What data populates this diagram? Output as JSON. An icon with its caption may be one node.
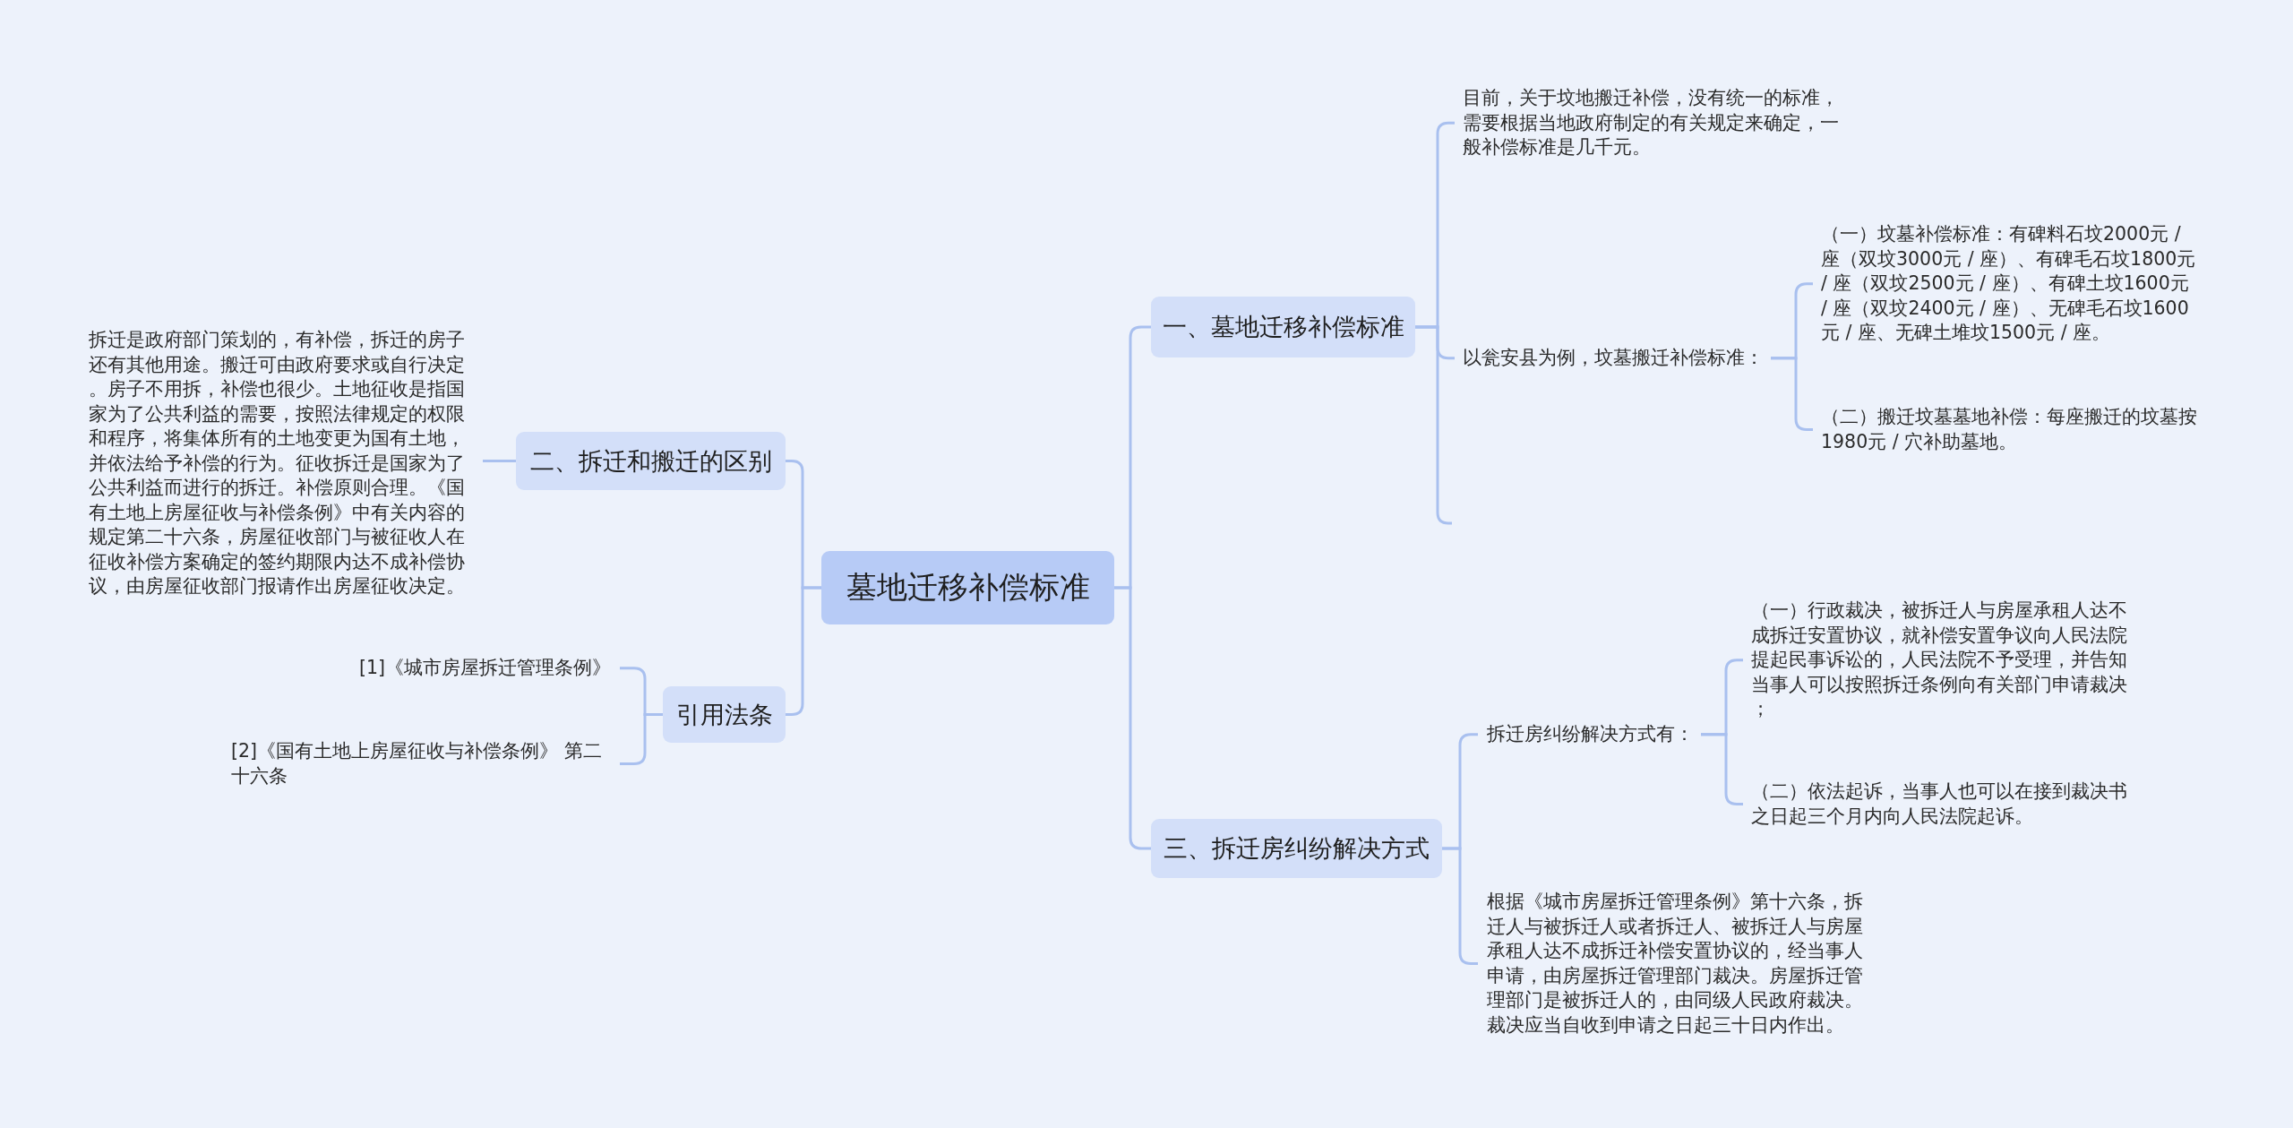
{
  "diagram": {
    "nodes": [
      {
        "text": [
          "墓地迁移补偿标准"
        ]
      },
      {
        "text": [
          "一、墓地迁移补偿标准"
        ]
      },
      {
        "text": [
          "目前，关于坟地搬迁补偿，没有统一的标准，需要根据当地政府制定的有关规定来确定，一般补偿标准是几千元。"
        ]
      },
      {
        "text": [
          "以瓮安县为例，坟墓搬迁补偿标准："
        ]
      },
      {
        "text": [
          "（一）坟墓补偿标准：有碑料石坟2000元 / 座（双坟3000元 / 座）、有碑毛石坟1800元 / 座（双坟2500元 / 座）、有碑土坟1600元 / 座（双坟2400元 / 座）、无碑毛石坟1600元 / 座、无碑土堆坟1500元 / 座。"
        ]
      },
      {
        "text": [
          "（二）搬迁坟墓墓地补偿：每座搬迁的坟墓按1980元 / 穴补助墓地。"
        ]
      },
      {
        "text": [
          "三、拆迁房纠纷解决方式"
        ]
      },
      {
        "text": [
          "拆迁房纠纷解决方式有："
        ]
      },
      {
        "text": [
          "（一）行政裁决，被拆迁人与房屋承租人达不成拆迁安置协议，就补偿安置争议向人民法院提起民事诉讼的，人民法院不予受理，并告知当事人可以按照拆迁条例向有关部门申请裁决；"
        ]
      },
      {
        "text": [
          "（二）依法起诉，当事人也可以在接到裁决书之日起三个月内向人民法院起诉。"
        ]
      },
      {
        "text": [
          "根据《城市房屋拆迁管理条例》第十六条，拆迁人与被拆迁人或者拆迁人、被拆迁人与房屋承租人达不成拆迁补偿安置协议的，经当事人申请，由房屋拆迁管理部门裁决。房屋拆迁管理部门是被拆迁人的，由同级人民政府裁决。裁决应当自收到申请之日起三十日内作出。"
        ]
      },
      {
        "text": [
          "二、拆迁和搬迁的区别"
        ]
      },
      {
        "text": [
          "拆迁是政府部门策划的，有补偿，拆迁的房子还有其他用途。搬迁可由政府要求或自行决定。房子不用拆，补偿也很少。土地征收是指国家为了公共利益的需要，按照法律规定的权限和程序，将集体所有的土地变更为国有土地，并依法给予补偿的行为。征收拆迁是国家为了公共利益而进行的拆迁。补偿原则合理。《国有土地上房屋征收与补偿条例》中有关内容的规定第二十六条，房屋征收部门与被征收人在征收补偿方案确定的签约期限内达不成补偿协议，由房屋征收部门报请作出房屋征收决定。"
        ]
      },
      {
        "text": [
          "引用法条"
        ]
      },
      {
        "text": [
          "[1]《城市房屋拆迁管理条例》"
        ]
      },
      {
        "text": [
          "[2]《国有土地上房屋征收与补偿条例》 第二十六条"
        ]
      }
    ],
    "edges": [
      {
        "from": 0,
        "to": 1,
        "arrow": "none"
      },
      {
        "from": 1,
        "to": 2,
        "arrow": "none"
      },
      {
        "from": 1,
        "to": 3,
        "arrow": "none"
      },
      {
        "from": 3,
        "to": 4,
        "arrow": "none"
      },
      {
        "from": 3,
        "to": 5,
        "arrow": "none"
      },
      {
        "from": 1,
        "to": null,
        "arrow": "none"
      },
      {
        "from": 0,
        "to": 6,
        "arrow": "none"
      },
      {
        "from": 6,
        "to": 7,
        "arrow": "none"
      },
      {
        "from": 7,
        "to": 8,
        "arrow": "none"
      },
      {
        "from": 7,
        "to": 9,
        "arrow": "none"
      },
      {
        "from": 6,
        "to": 10,
        "arrow": "none"
      },
      {
        "from": 0,
        "to": 11,
        "arrow": "none"
      },
      {
        "from": 11,
        "to": 12,
        "arrow": "none"
      },
      {
        "from": 0,
        "to": 13,
        "arrow": "none"
      },
      {
        "from": 13,
        "to": 14,
        "arrow": "none"
      },
      {
        "from": 13,
        "to": 15,
        "arrow": "none"
      }
    ]
  }
}
